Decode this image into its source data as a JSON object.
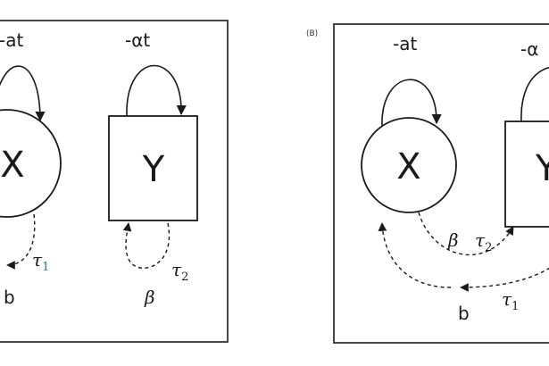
{
  "panel_a": {
    "self_loop_x": "-at",
    "self_loop_y": "-αt",
    "node_x": "X",
    "node_y": "Y",
    "tau_x": "τ",
    "tau_x_sub": "1",
    "label_b": "b",
    "tau_y": "τ",
    "tau_y_sub": "2",
    "label_beta": "β"
  },
  "panel_b": {
    "panel_label": "(B)",
    "self_loop_x": "-at",
    "self_loop_y": "-α",
    "node_x": "X",
    "node_y": "Y",
    "label_beta": "β",
    "tau_2": "τ",
    "tau_2_sub": "2",
    "tau_1": "τ",
    "tau_1_sub": "1",
    "label_b": "b"
  },
  "colors": {
    "line": "#1a1a1a",
    "frame": "#333333",
    "tau1_subscript_panel_a": "#2a7a7a"
  }
}
